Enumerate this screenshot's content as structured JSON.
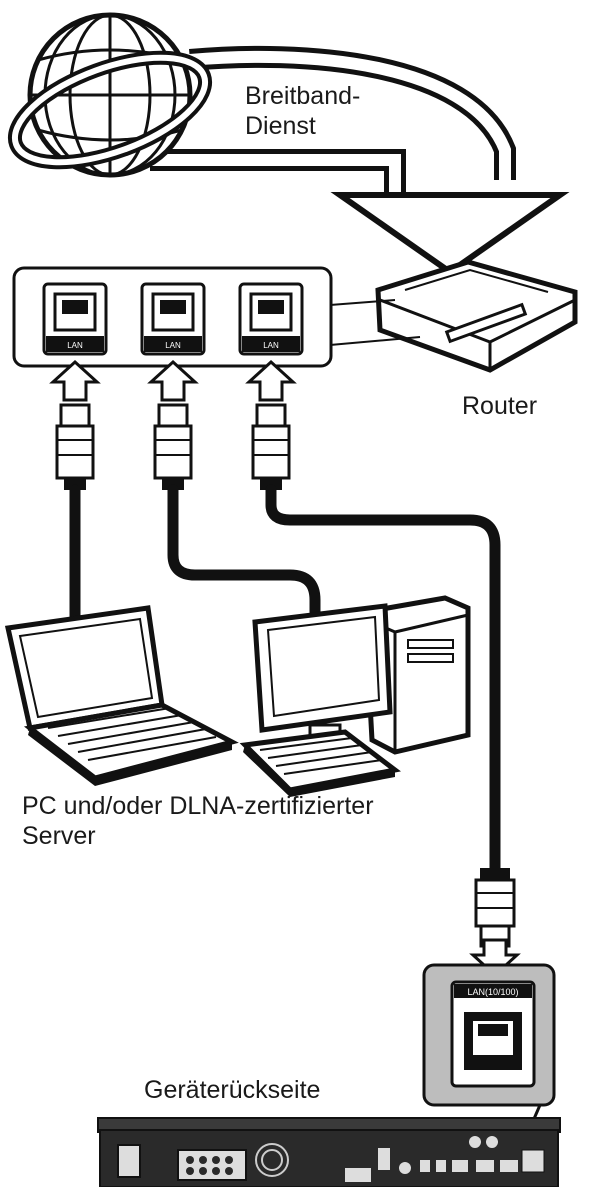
{
  "labels": {
    "broadband_line1": "Breitband-",
    "broadband_line2": "Dienst",
    "router": "Router",
    "server_line1": "PC und/oder DLNA-zertifizierter",
    "server_line2": "Server",
    "device_back": "Geräterückseite"
  },
  "port_labels": {
    "router_port_1": "LAN",
    "router_port_2": "LAN",
    "router_port_3": "LAN",
    "device_port": "LAN(10/100)"
  },
  "colors": {
    "line": "#111111",
    "panel_fill": "#ffffff",
    "device_panel_fill": "#bdbdbd",
    "device_body": "#2a2a2a"
  },
  "icons": [
    "globe-icon",
    "router-icon",
    "laptop-icon",
    "desktop-pc-icon",
    "ethernet-plug-icon",
    "rear-panel-device-icon"
  ]
}
